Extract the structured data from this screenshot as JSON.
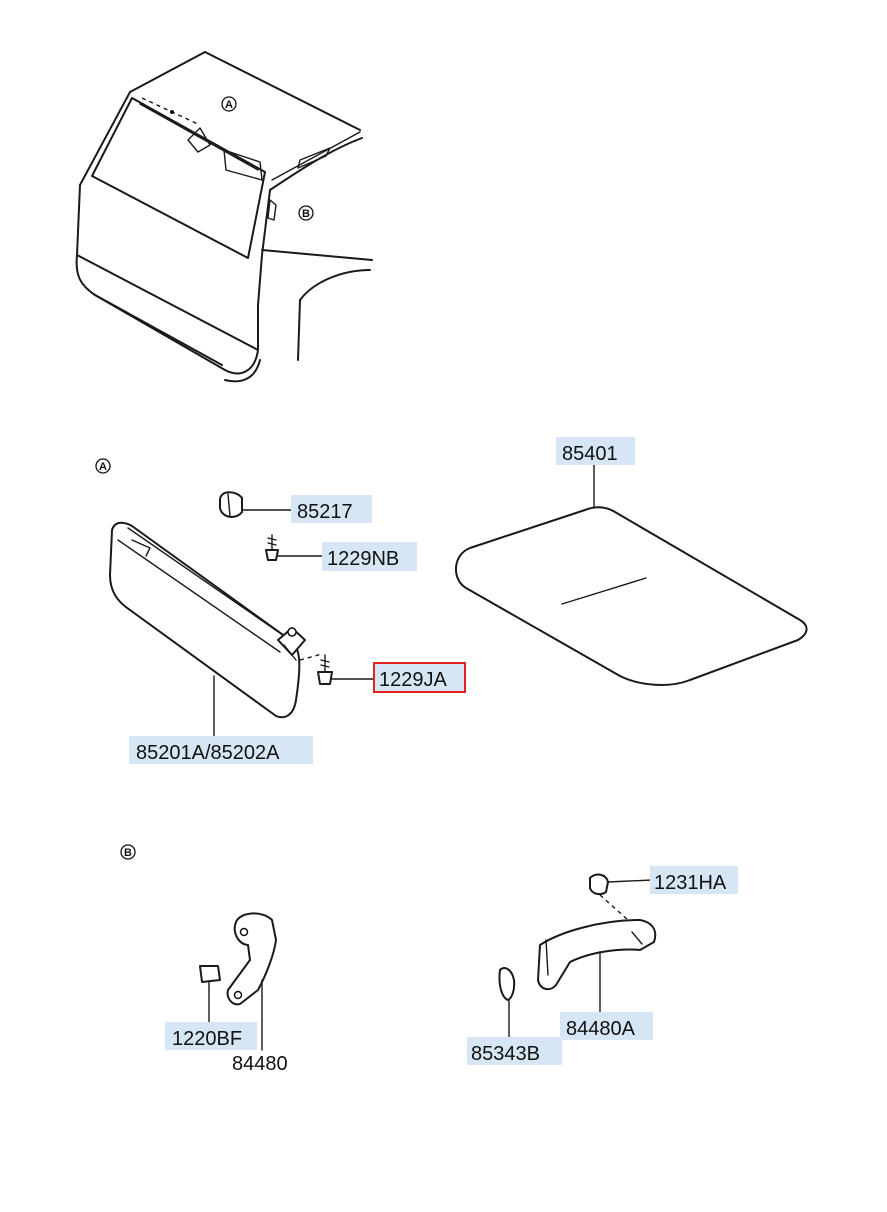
{
  "callouts": {
    "a": "A",
    "b": "B"
  },
  "parts": {
    "p85217": "85217",
    "p1229NB": "1229NB",
    "p1229JA": "1229JA",
    "p85201A": "85201A/85202A",
    "p85401": "85401",
    "p1231HA": "1231HA",
    "p84480A": "84480A",
    "p85343B": "85343B",
    "p1220BF": "1220BF",
    "p84480": "84480"
  },
  "highlight": {
    "part": "1229JA",
    "color": "#e32222"
  },
  "colors": {
    "label_background": "#d7e6f5",
    "line": "#1a1a1a"
  }
}
